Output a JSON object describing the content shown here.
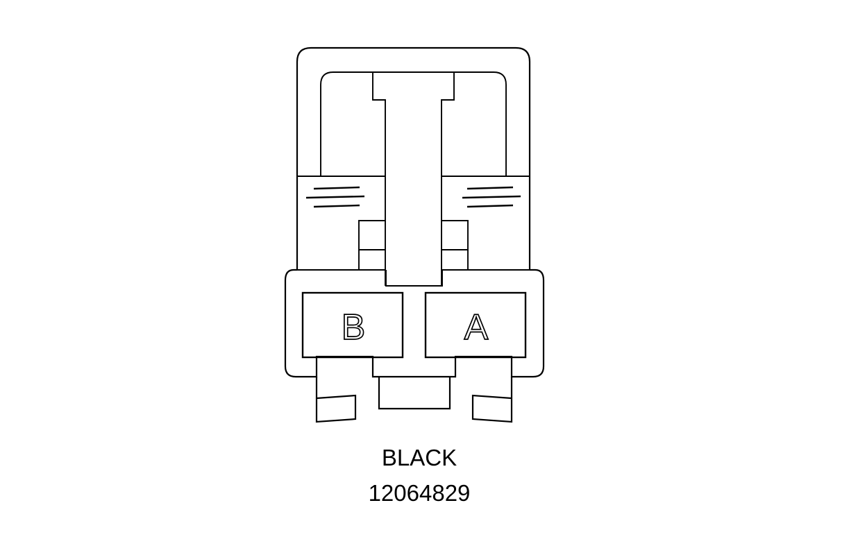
{
  "diagram": {
    "kind": "automotive-connector-end-view",
    "title_visible": false,
    "background_color": "#ffffff",
    "line_color": "#000000",
    "cavities": [
      {
        "id": "B",
        "label": "B",
        "position": "left"
      },
      {
        "id": "A",
        "label": "A",
        "position": "right"
      }
    ],
    "captions": {
      "color_name": "BLACK",
      "part_number": "12064829"
    },
    "features": {
      "upper_shell_label": "upper-locking-shell",
      "lower_shell_label": "connector-body",
      "latch_label": "center-latch-channel",
      "hatch_groups": 2,
      "hatch_lines_per_group": 3,
      "leg_count": 2,
      "center_tab_label": "center-bottom-tab"
    }
  }
}
